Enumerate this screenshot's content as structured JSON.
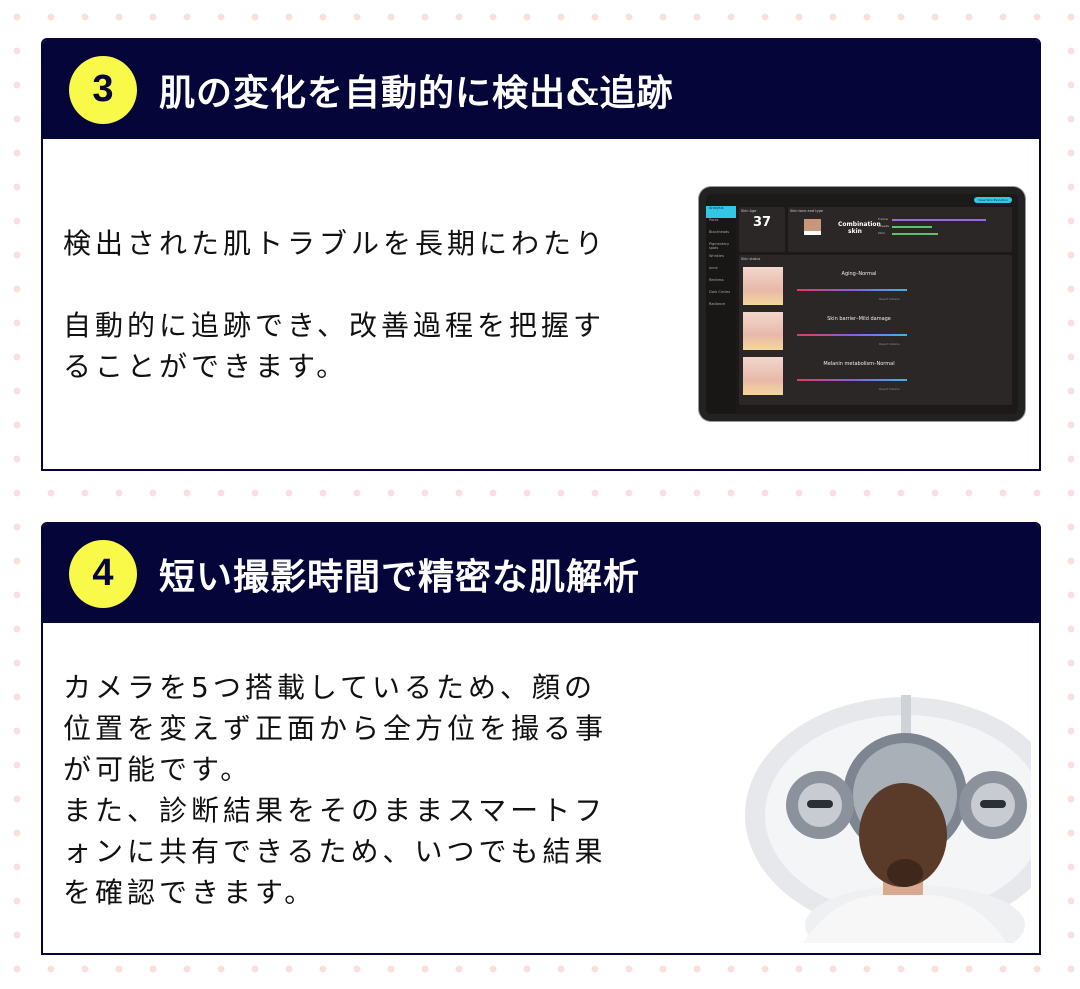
{
  "sections": [
    {
      "number": "3",
      "title": "肌の変化を自動的に検出&追跡",
      "text": "検出された肌トラブルを長期にわたり\n\n自動的に追跡でき、改善過程を把握す\nることができます。"
    },
    {
      "number": "4",
      "title": "短い撮影時間で精密な肌解析",
      "text": "カメラを5つ搭載しているため、顔の\n位置を変えず正面から全方位を撮る事\nが可能です。\nまた、診断結果をそのままスマートフ\nォンに共有できるため、いつでも結果\nを確認できます。"
    }
  ],
  "tablet": {
    "button": "View Skin Evolution",
    "sidebar": [
      "Analysis",
      "Pores",
      "Blackheads",
      "Pigmentary spots",
      "Wrinkles",
      "Acne",
      "Redness",
      "Dark Circles",
      "Radiance"
    ],
    "skin_age_label": "Skin Age",
    "skin_age": "37",
    "skin_tone_label": "Skin tone and type",
    "skin_type": "Combination skin",
    "zones": [
      "T-zone",
      "Cheeks",
      "Chin"
    ],
    "status_label": "Skin status",
    "rows": [
      "Aging–Normal",
      "Skin barrier–Mild damage",
      "Melanin metabolism–Normal"
    ],
    "result_details": "Result Details"
  },
  "colors": {
    "header": "#05053a",
    "badge": "#f9f94a",
    "dots": "#fbdede"
  }
}
